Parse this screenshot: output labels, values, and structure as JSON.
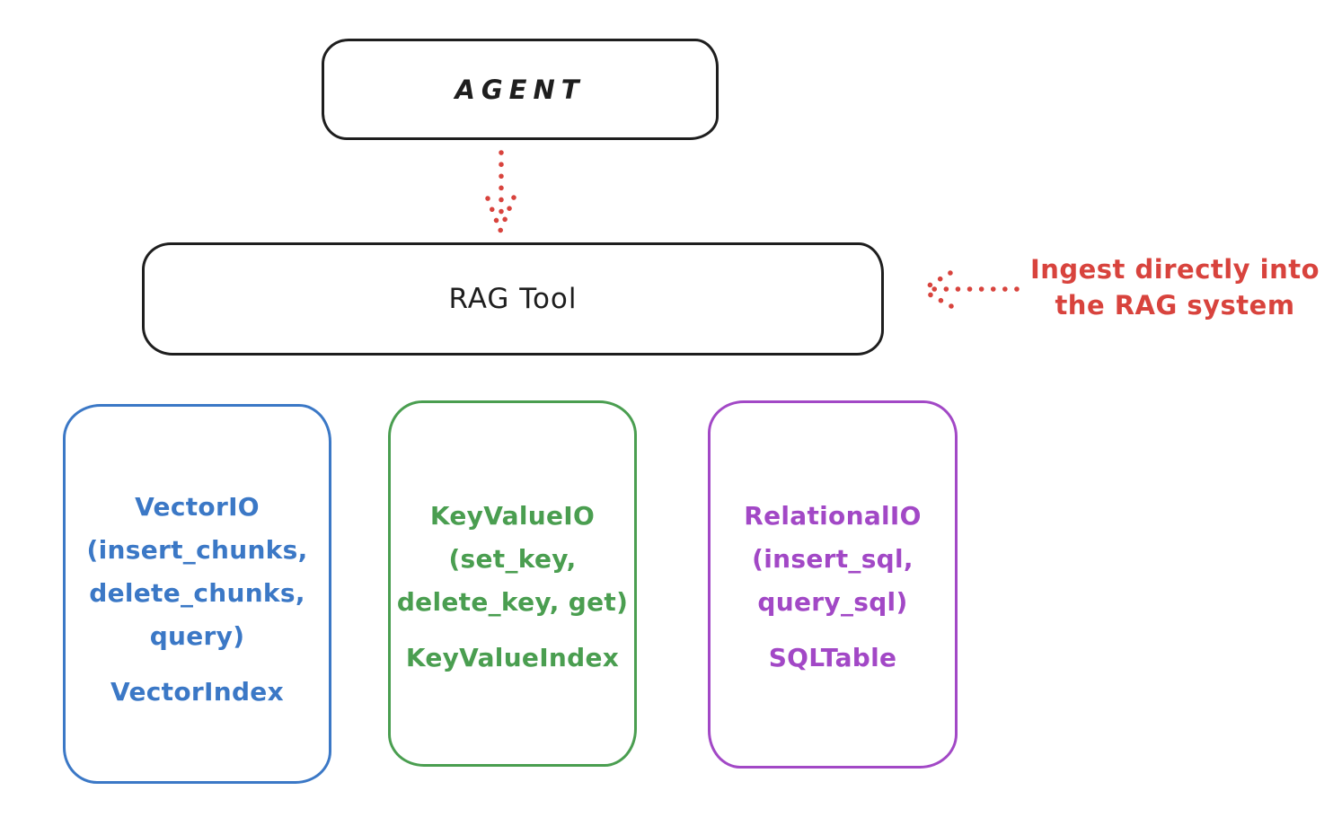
{
  "diagram": {
    "colors": {
      "background": "#ffffff",
      "ink": "#1e1e1e",
      "red": "#d8433d",
      "blue": "#3b78c6",
      "green": "#4a9e50",
      "purple": "#a248c6"
    },
    "agent_box": {
      "label": "AGENT"
    },
    "rag_box": {
      "label": "RAG Tool"
    },
    "annotation": {
      "line1": "Ingest directly into",
      "line2": "the RAG system"
    },
    "arrows": [
      {
        "name": "agent-to-rag",
        "style": "dotted",
        "color": "#d8433d",
        "direction": "down"
      },
      {
        "name": "ingest-into-rag",
        "style": "dotted",
        "color": "#d8433d",
        "direction": "left"
      }
    ],
    "io_boxes": [
      {
        "name": "VectorIO",
        "color": "#3b78c6",
        "lines": [
          "VectorIO",
          "(insert_chunks,",
          "delete_chunks,",
          "query)"
        ],
        "index_label": "VectorIndex"
      },
      {
        "name": "KeyValueIO",
        "color": "#4a9e50",
        "lines": [
          "KeyValueIO",
          "(set_key,",
          "delete_key, get)"
        ],
        "index_label": "KeyValueIndex"
      },
      {
        "name": "RelationalIO",
        "color": "#a248c6",
        "lines": [
          "RelationalIO",
          "(insert_sql,",
          "query_sql)"
        ],
        "index_label": "SQLTable"
      }
    ]
  }
}
